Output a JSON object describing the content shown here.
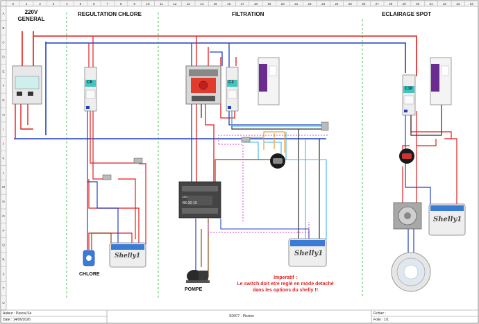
{
  "grid": {
    "columns": [
      "0",
      "1",
      "2",
      "3",
      "4",
      "5",
      "6",
      "7",
      "8",
      "9",
      "10",
      "11",
      "12",
      "13",
      "14",
      "15",
      "16",
      "17",
      "18",
      "19",
      "20",
      "21",
      "22",
      "23",
      "24",
      "25",
      "26",
      "27",
      "28",
      "29",
      "30",
      "31",
      "32",
      "33",
      "34"
    ],
    "rows": [
      "A",
      "B",
      "C",
      "D",
      "E",
      "F",
      "G",
      "H",
      "I",
      "J",
      "K",
      "L",
      "M",
      "N",
      "O",
      "P",
      "Q",
      "R",
      "S",
      "T",
      "U"
    ]
  },
  "sections": {
    "general": "220V\nGENERAL",
    "chlore": "REGULTATION  CHLORE",
    "filtration": "FILTRATION",
    "eclairage": "ECLAIRAGE   SPOT"
  },
  "components": {
    "breaker_c6": "C6",
    "breaker_c2": "C2",
    "breaker_c10": "C10",
    "contactor": "B6-30-10",
    "contactor_brand": "ABB",
    "shelly_brand": "Shelly",
    "shelly_num": "1",
    "chlore_label": "CHLORE",
    "pompe_label": "POMPE"
  },
  "warning": {
    "line1": "Imperatif :",
    "line2": "Le switch doit etre reglé en mode detaché",
    "line3": "dans   les options du shelly !!"
  },
  "footer": {
    "author": "Auteur : Pascal.Se",
    "date": "Date : 14/06/2026",
    "title": "SD977 - Piscine",
    "file": "Fichier :",
    "folio": "Folio : 1/1"
  },
  "colors": {
    "phase": "#e31b1b",
    "neutral": "#1f3fc4",
    "earth": "#2b2b2b",
    "brown": "#8a4b1c",
    "orange": "#f0a020",
    "lightblue": "#3fb4e6",
    "dashed": "#e040d0",
    "section_div": "#4cc24c"
  }
}
